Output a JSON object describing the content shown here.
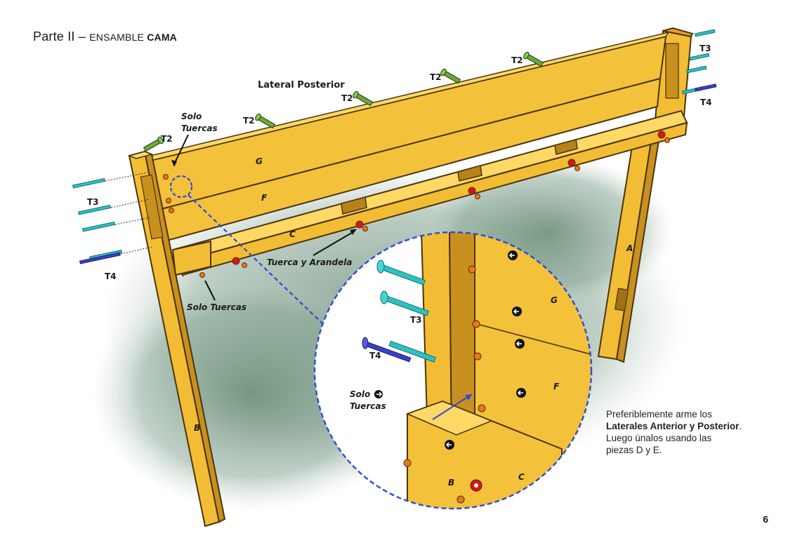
{
  "header": {
    "part": "Parte II – ",
    "section": "ENSAMBLE ",
    "title": "CAMA"
  },
  "labels": {
    "lateral_posterior": "Lateral Posterior",
    "solo_tuercas_top": [
      "Solo",
      "Tuercas"
    ],
    "solo_tuercas_bottom": "Solo Tuercas",
    "tuerca_arandela": "Tuerca y Arandela",
    "zoom_solo_tuercas": [
      "Solo",
      "Tuercas"
    ],
    "t2": "T2",
    "t3": "T3",
    "t4": "T4",
    "piece_g": "G",
    "piece_f": "F",
    "piece_c": "C",
    "piece_a": "A",
    "piece_b": "B"
  },
  "note": {
    "line1": "Preferiblemente arme los",
    "line2_bold": "Laterales Anterior y Posterior",
    "line2_end": ".",
    "line3": "Luego únalos  usando las",
    "line4": "piezas D y E."
  },
  "page_number": "6",
  "colors": {
    "wood": "#f3c13a",
    "wood_dark": "#c8901f",
    "outline": "#4a3410",
    "shadow": "#6f8f7c",
    "dash": "#2f4bd6",
    "t2_bolt": "#6fa83a",
    "t3_bolt": "#2fc1c3",
    "t4_bolt": "#3b3fc9",
    "nut": "#e27a21",
    "washer": "#d0191b"
  }
}
